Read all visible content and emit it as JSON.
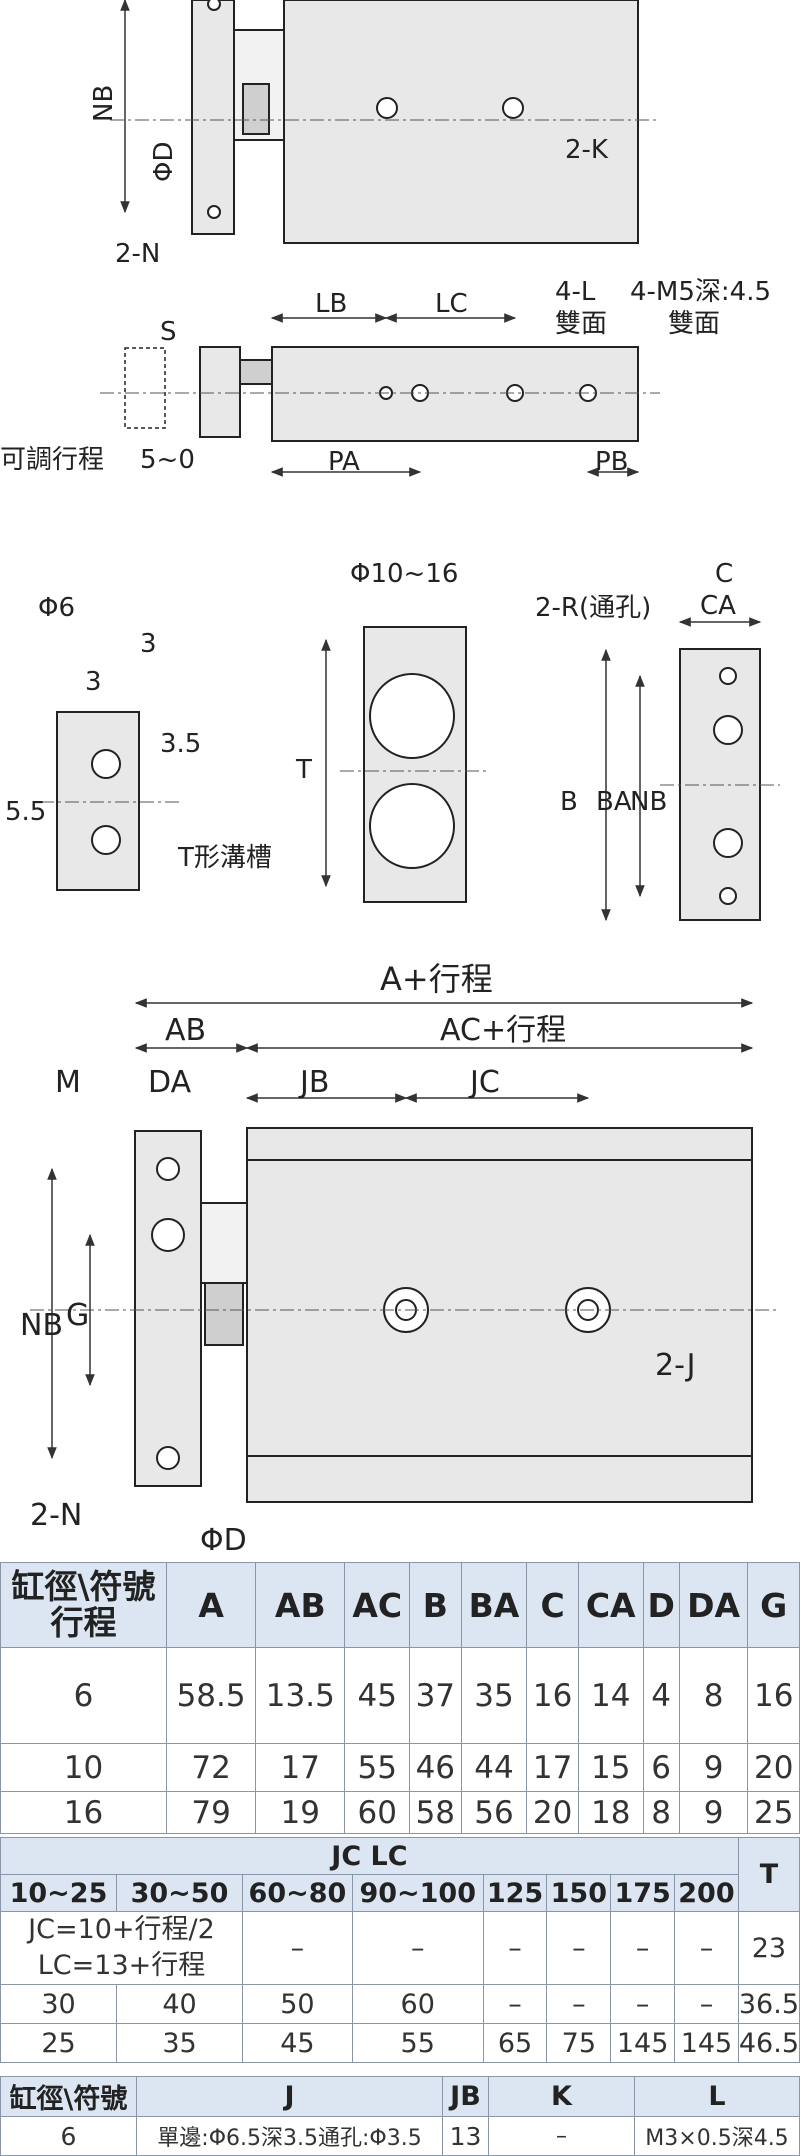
{
  "top_view": {
    "nb": "NB",
    "phi_d": "ΦD",
    "hole_k": "2-K",
    "hole_n": "2-N"
  },
  "side_view": {
    "lb": "LB",
    "lc": "LC",
    "l_holes": "4-L",
    "both_sides_1": "雙面",
    "m5_holes": "4-M5深:4.5",
    "both_sides_2": "雙面",
    "s": "S",
    "adjustable": "可調行程",
    "range": "5~0",
    "pa": "PA",
    "pb": "PB"
  },
  "sections": {
    "phi6": "Φ6",
    "phi10_16": "Φ10~16",
    "dim3a": "3",
    "dim3b": "3",
    "dim35": "3.5",
    "dim55": "5.5",
    "t_slot": "T形溝槽",
    "t": "T",
    "r_holes": "2-R(通孔)",
    "c": "C",
    "ca": "CA",
    "b": "B",
    "ba": "BA",
    "nb": "NB"
  },
  "main_view": {
    "a_stroke": "A+行程",
    "ab": "AB",
    "ac_stroke": "AC+行程",
    "m": "M",
    "da": "DA",
    "jb": "JB",
    "jc": "JC",
    "nb": "NB",
    "g": "G",
    "j_holes": "2-J",
    "n_holes": "2-N",
    "phi_d": "ΦD"
  },
  "table1": {
    "header_col1_line1": "缸徑\\符號",
    "header_col1_line2": "行程",
    "headers": [
      "A",
      "AB",
      "AC",
      "B",
      "BA",
      "C",
      "CA",
      "D",
      "DA",
      "G"
    ],
    "rows": [
      [
        "6",
        "58.5",
        "13.5",
        "45",
        "37",
        "35",
        "16",
        "14",
        "4",
        "8",
        "16"
      ],
      [
        "10",
        "72",
        "17",
        "55",
        "46",
        "44",
        "17",
        "15",
        "6",
        "9",
        "20"
      ],
      [
        "16",
        "79",
        "19",
        "60",
        "58",
        "56",
        "20",
        "18",
        "8",
        "9",
        "25"
      ]
    ]
  },
  "table2": {
    "group": "JC LC",
    "t": "T",
    "headers": [
      "10~25",
      "30~50",
      "60~80",
      "90~100",
      "125",
      "150",
      "175",
      "200"
    ],
    "formula_jc": "JC=10+行程/2",
    "formula_lc": "LC=13+行程",
    "row1_rest": [
      "–",
      "–",
      "–",
      "–",
      "–",
      "–"
    ],
    "row1_t": "23",
    "row2": [
      "30",
      "40",
      "50",
      "60",
      "–",
      "–",
      "–",
      "–"
    ],
    "row2_t": "36.5",
    "row3": [
      "25",
      "35",
      "45",
      "55",
      "65",
      "75",
      "145",
      "145"
    ],
    "row3_t": "46.5"
  },
  "table3": {
    "headers": [
      "缸徑\\符號",
      "J",
      "JB",
      "K",
      "L"
    ],
    "row": [
      "6",
      "單邊:Φ6.5深3.5通孔:Φ3.5",
      "13",
      "–",
      "M3×0.5深4.5"
    ]
  }
}
